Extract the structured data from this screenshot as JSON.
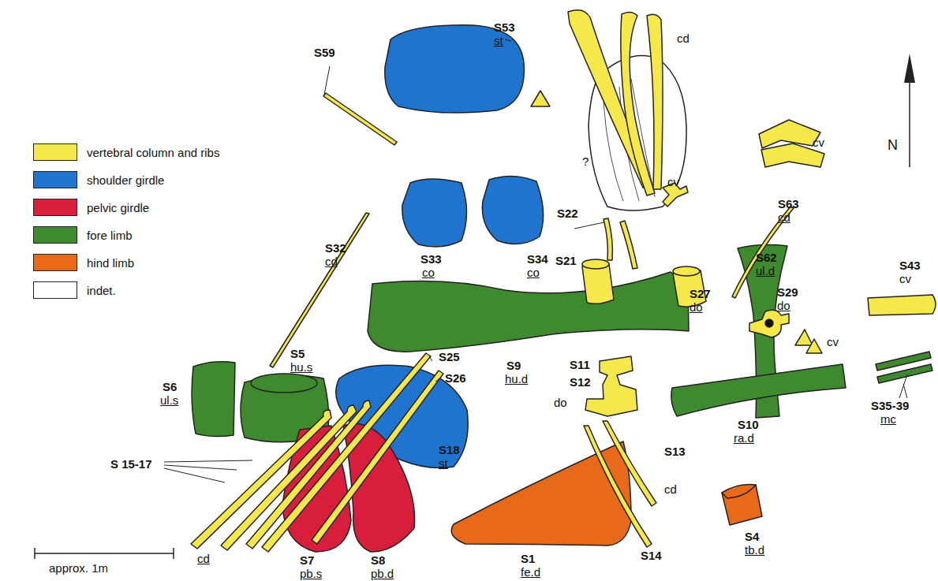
{
  "diagram": {
    "labels": [
      "S59",
      "S53",
      "st",
      "cd",
      "?",
      "cv",
      "cv",
      "S63",
      "cd",
      "S22",
      "S33",
      "co",
      "S34",
      "co",
      "S21",
      "S62",
      "ul.d",
      "S43",
      "cv",
      "S32",
      "cd",
      "S29",
      "do",
      "S27",
      "do",
      "S9",
      "hu.d",
      "cv",
      "S5",
      "hu.s",
      "S25",
      "S26",
      "S11",
      "S12",
      "do",
      "S10",
      "ra.d",
      "S35-39",
      "mc",
      "S6",
      "ul.s",
      "S18",
      "st",
      "S 15-17",
      "S13",
      "cd",
      "S4",
      "tb.d",
      "cd",
      "S14",
      "S7",
      "pb.s",
      "S8",
      "pb.d",
      "S1",
      "fe.d",
      "approx. 1m",
      "N"
    ],
    "legend": [
      {
        "text": "vertebral column and ribs",
        "color": "#f6e84a"
      },
      {
        "text": "shoulder girdle",
        "color": "#1f74d0"
      },
      {
        "text": "pelvic girdle",
        "color": "#d81e3c"
      },
      {
        "text": "fore limb",
        "color": "#3f8a2f"
      },
      {
        "text": "hind limb",
        "color": "#e9691a"
      },
      {
        "text": "indet.",
        "color": "#ffffff"
      }
    ]
  }
}
